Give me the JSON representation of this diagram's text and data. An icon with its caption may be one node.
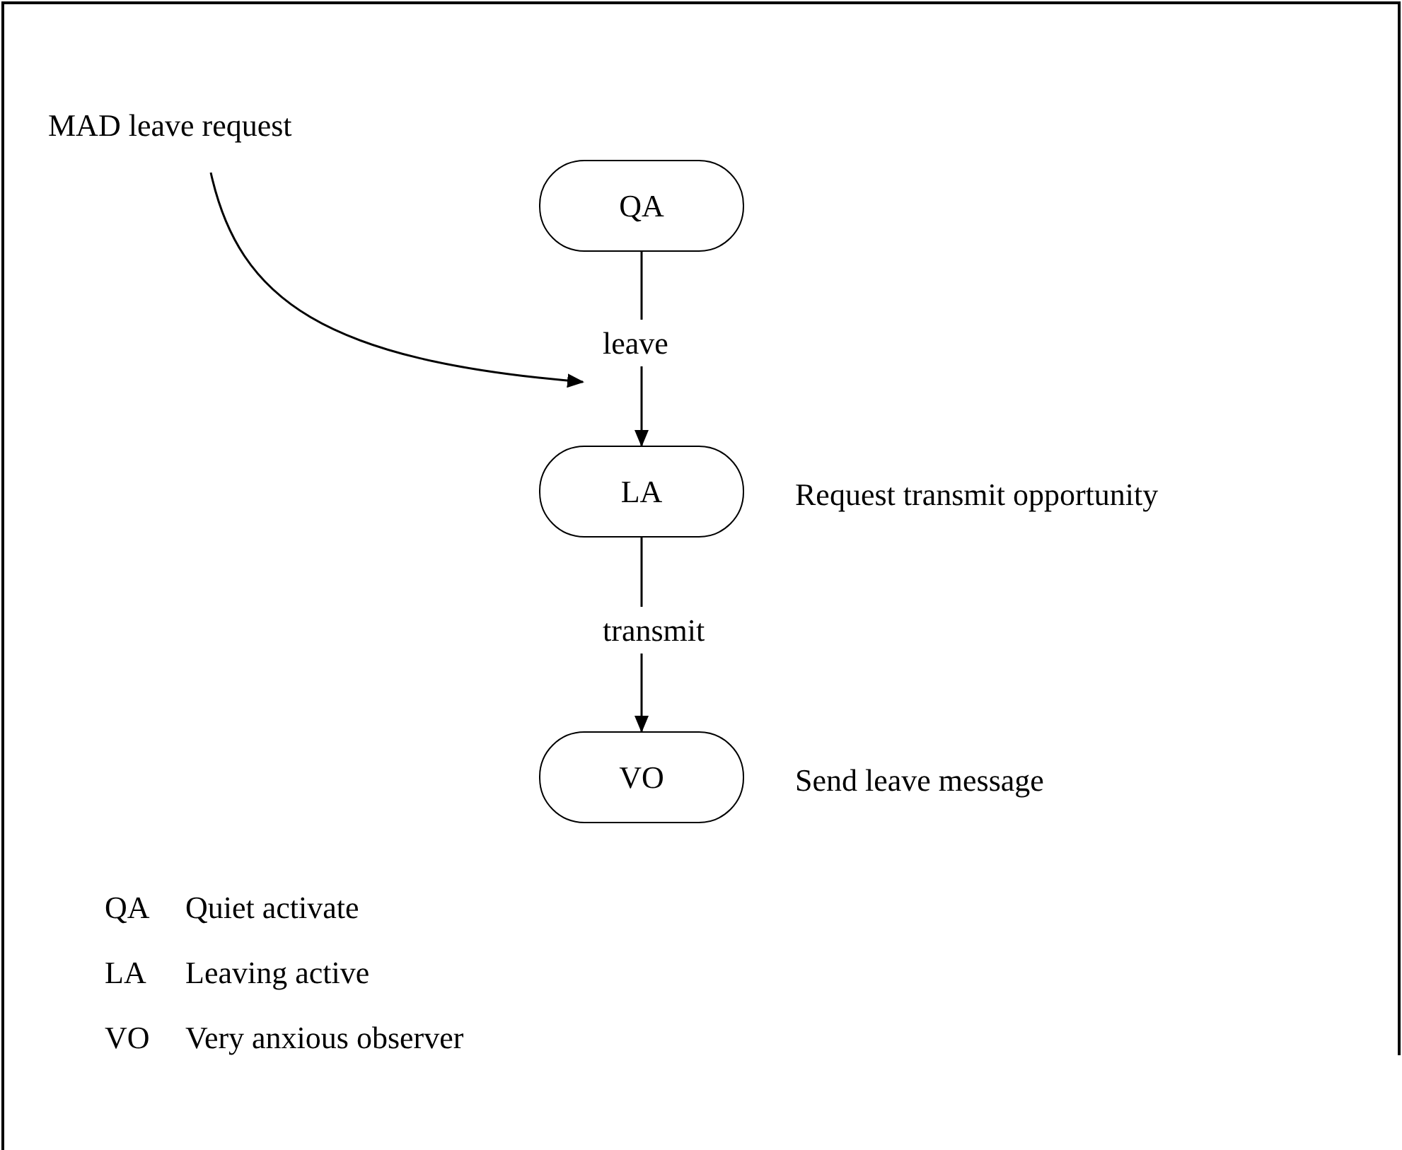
{
  "diagram": {
    "nodes": [
      {
        "text": [
          "MAD leave request"
        ]
      },
      {
        "text": [
          "QA"
        ]
      },
      {
        "text": [
          "LA"
        ],
        "beside": [
          "Request transmit opportunity"
        ]
      },
      {
        "text": [
          "VO"
        ],
        "beside": [
          "Send leave message"
        ]
      }
    ],
    "edges": [
      {
        "from": 0,
        "to": null,
        "arrow": "to"
      },
      {
        "from": 1,
        "to": 2,
        "arrow": "to",
        "label": "leave"
      },
      {
        "from": 2,
        "to": 3,
        "arrow": "to",
        "label": "transmit"
      }
    ],
    "labels": [
      "QA",
      "Quiet activate",
      "LA",
      "Leaving active",
      "VO",
      "Very anxious observer"
    ]
  }
}
